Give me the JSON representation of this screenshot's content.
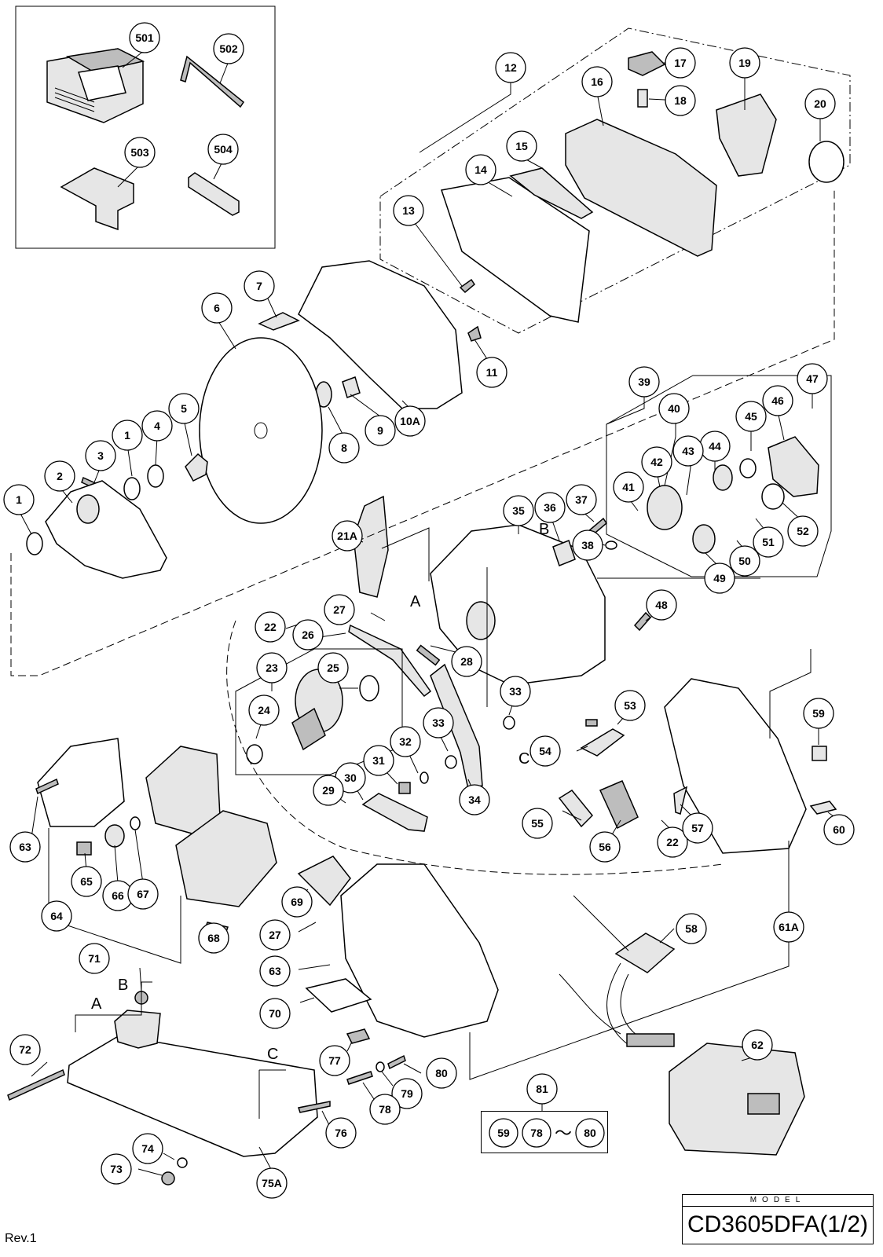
{
  "model": {
    "caption": "MODEL",
    "name": "CD3605DFA(1/2)"
  },
  "revision": "Rev.1",
  "kit": {
    "label": "81",
    "contents": [
      "59",
      "78",
      "80"
    ],
    "range_symbol": "～"
  },
  "reference_letters": [
    "A",
    "B",
    "C"
  ],
  "parts": [
    {
      "label": "501"
    },
    {
      "label": "502"
    },
    {
      "label": "503"
    },
    {
      "label": "504"
    },
    {
      "label": "12"
    },
    {
      "label": "13"
    },
    {
      "label": "14"
    },
    {
      "label": "15"
    },
    {
      "label": "16"
    },
    {
      "label": "17"
    },
    {
      "label": "18"
    },
    {
      "label": "19"
    },
    {
      "label": "20"
    },
    {
      "label": "7"
    },
    {
      "label": "6"
    },
    {
      "label": "11"
    },
    {
      "label": "10A"
    },
    {
      "label": "9"
    },
    {
      "label": "8"
    },
    {
      "label": "5"
    },
    {
      "label": "4"
    },
    {
      "label": "3"
    },
    {
      "label": "1"
    },
    {
      "label": "2"
    },
    {
      "label": "1"
    },
    {
      "label": "39"
    },
    {
      "label": "47"
    },
    {
      "label": "40"
    },
    {
      "label": "45"
    },
    {
      "label": "46"
    },
    {
      "label": "44"
    },
    {
      "label": "43"
    },
    {
      "label": "42"
    },
    {
      "label": "41"
    },
    {
      "label": "36"
    },
    {
      "label": "37"
    },
    {
      "label": "35"
    },
    {
      "label": "38"
    },
    {
      "label": "52"
    },
    {
      "label": "51"
    },
    {
      "label": "50"
    },
    {
      "label": "49"
    },
    {
      "label": "48"
    },
    {
      "label": "21A"
    },
    {
      "label": "22"
    },
    {
      "label": "27"
    },
    {
      "label": "26"
    },
    {
      "label": "28"
    },
    {
      "label": "23"
    },
    {
      "label": "25"
    },
    {
      "label": "24"
    },
    {
      "label": "33"
    },
    {
      "label": "33"
    },
    {
      "label": "32"
    },
    {
      "label": "31"
    },
    {
      "label": "30"
    },
    {
      "label": "29"
    },
    {
      "label": "34"
    },
    {
      "label": "53"
    },
    {
      "label": "54"
    },
    {
      "label": "59"
    },
    {
      "label": "55"
    },
    {
      "label": "56"
    },
    {
      "label": "22"
    },
    {
      "label": "57"
    },
    {
      "label": "60"
    },
    {
      "label": "63"
    },
    {
      "label": "65"
    },
    {
      "label": "64"
    },
    {
      "label": "66"
    },
    {
      "label": "67"
    },
    {
      "label": "68"
    },
    {
      "label": "69"
    },
    {
      "label": "27"
    },
    {
      "label": "63"
    },
    {
      "label": "58"
    },
    {
      "label": "61A"
    },
    {
      "label": "71"
    },
    {
      "label": "70"
    },
    {
      "label": "72"
    },
    {
      "label": "77"
    },
    {
      "label": "80"
    },
    {
      "label": "79"
    },
    {
      "label": "78"
    },
    {
      "label": "76"
    },
    {
      "label": "62"
    },
    {
      "label": "74"
    },
    {
      "label": "73"
    },
    {
      "label": "75A"
    }
  ]
}
